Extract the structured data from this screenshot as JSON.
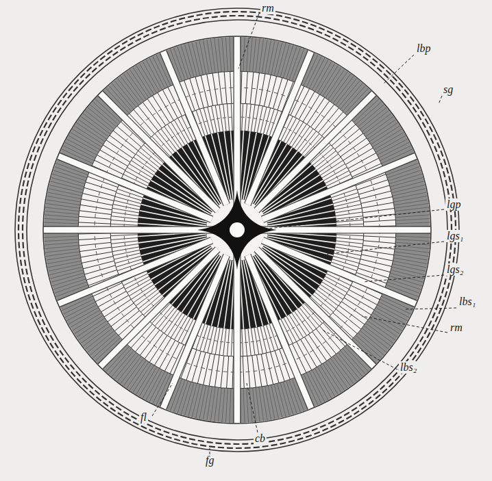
{
  "diagram": {
    "labels": [
      "rm",
      "lbp",
      "sg",
      "lgp",
      "lgs₁",
      "lgs₂",
      "lbs₁",
      "rm",
      "lbs₂",
      "fl",
      "fg",
      "cb"
    ]
  }
}
